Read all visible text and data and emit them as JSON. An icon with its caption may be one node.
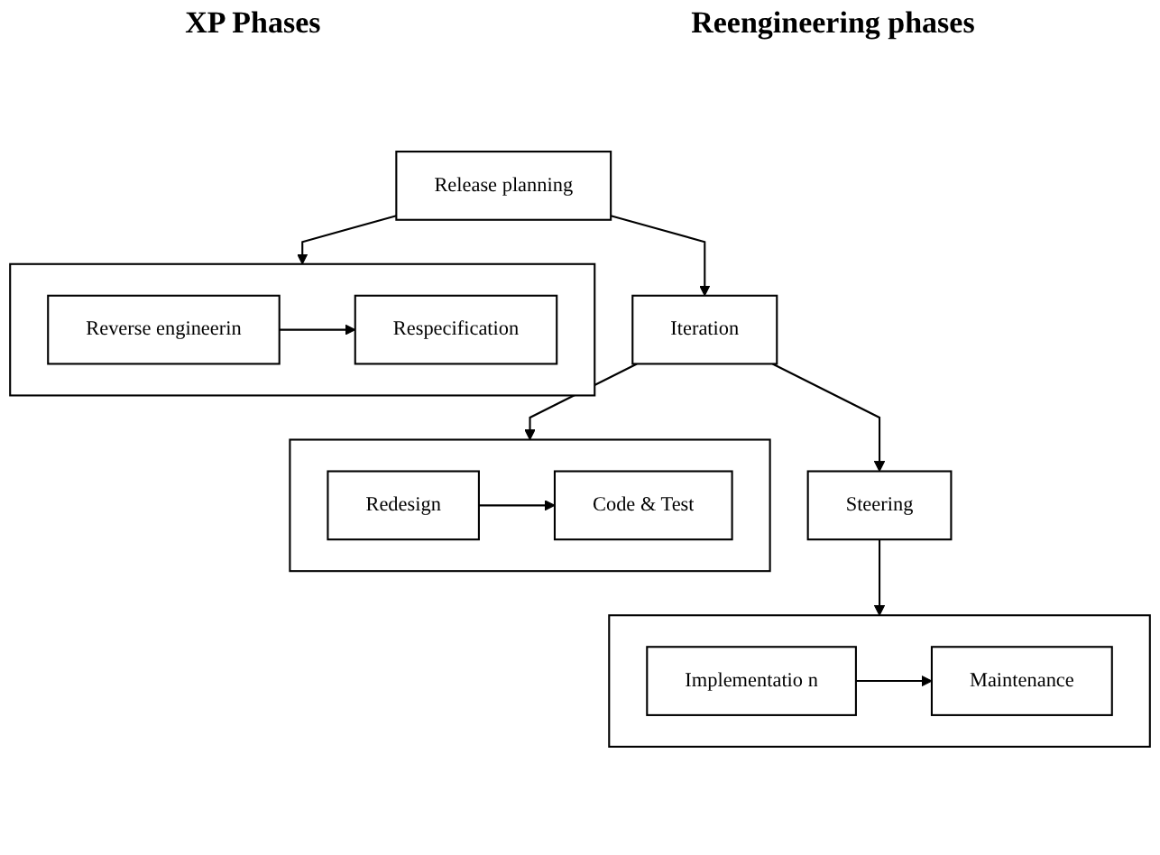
{
  "diagram": {
    "nodes": [
      {
        "text": [
          "Release planning"
        ]
      },
      {
        "text": [],
        "shape": "box"
      },
      {
        "text": [
          "Reverse engineerin"
        ],
        "in": 1
      },
      {
        "text": [
          "Respecification"
        ],
        "in": 1
      },
      {
        "text": [
          "Iteration"
        ]
      },
      {
        "text": [],
        "shape": "box"
      },
      {
        "text": [
          "Redesign"
        ],
        "in": 5
      },
      {
        "text": [
          "Code & Test"
        ],
        "in": 5
      },
      {
        "text": [
          "Steering"
        ]
      },
      {
        "text": [],
        "shape": "box"
      },
      {
        "text": [
          "Implementatio n"
        ],
        "in": 9
      },
      {
        "text": [
          "Maintenance"
        ],
        "in": 9
      }
    ],
    "edges": [
      {
        "from": 0,
        "to": 1,
        "arrow": "to"
      },
      {
        "from": 2,
        "to": 3,
        "arrow": "to"
      },
      {
        "from": 0,
        "to": 4,
        "arrow": "to"
      },
      {
        "from": 4,
        "to": 5,
        "arrow": "to"
      },
      {
        "from": 6,
        "to": 7,
        "arrow": "to"
      },
      {
        "from": 4,
        "to": 8,
        "arrow": "to"
      },
      {
        "from": 8,
        "to": 9,
        "arrow": "to"
      },
      {
        "from": 10,
        "to": 11,
        "arrow": "to"
      }
    ],
    "labels": [
      "XP Phases",
      "Reengineering phases"
    ]
  }
}
